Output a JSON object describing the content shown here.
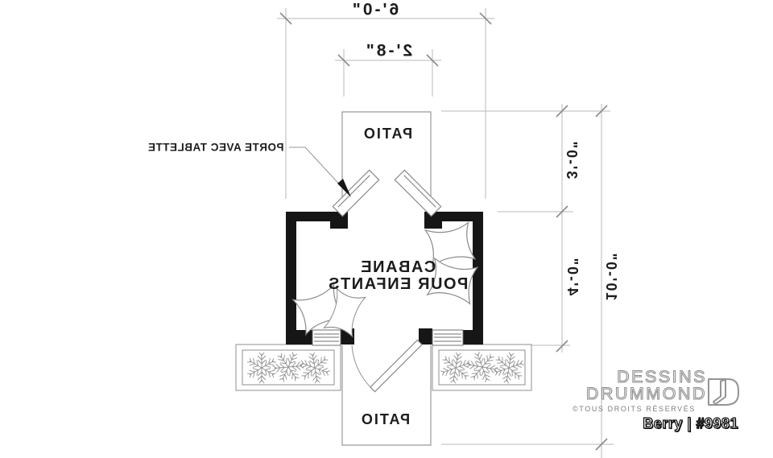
{
  "plan": {
    "mirrored": true,
    "dim_width_total": "6'-0\"",
    "dim_door_opening": "2'-8\"",
    "dim_patio_depth": "3'-0\"",
    "dim_cabin_depth": "4'-0\"",
    "dim_total_depth": "10'-0\"",
    "patio_top": "PATIO",
    "patio_bottom": "PATIO",
    "room_line1": "CABANE",
    "room_line2": "POUR ENFANTS",
    "door_note": "PORTE AVEC TABLETTE"
  },
  "branding": {
    "name_line1": "DESSINS",
    "name_line2": "DRUMMOND",
    "rights": "©TOUS DROITS RÉSERVÉS",
    "plan_ref": "Berry | #9981"
  },
  "colors": {
    "wall": "#161616",
    "plan_line": "#9a9a9a",
    "extension_line": "#b8b8b8",
    "text": "#1c1c1c",
    "logo_outline": "#8f8f8f"
  }
}
